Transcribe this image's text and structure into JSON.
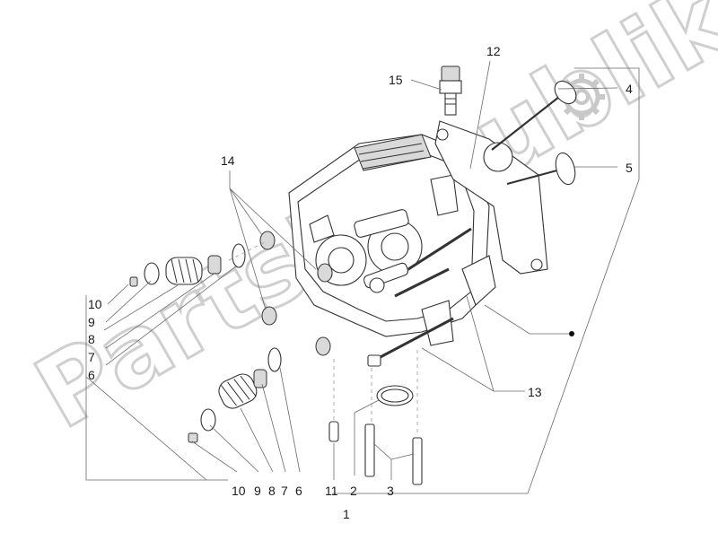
{
  "watermark": {
    "text": "PartsRepublik"
  },
  "callouts": {
    "c1": "1",
    "c2": "2",
    "c3": "3",
    "c4": "4",
    "c5": "5",
    "c6a": "6",
    "c6b": "6",
    "c7a": "7",
    "c7b": "7",
    "c8a": "8",
    "c8b": "8",
    "c9a": "9",
    "c9b": "9",
    "c10a": "10",
    "c10b": "10",
    "c11": "11",
    "c12": "12",
    "c13": "13",
    "c14": "14",
    "c15": "15"
  }
}
